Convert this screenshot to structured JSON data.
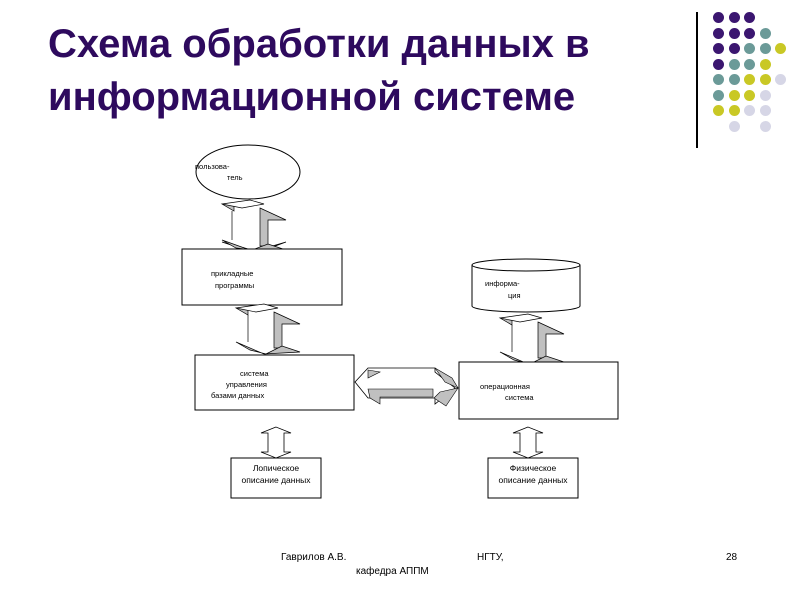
{
  "slide": {
    "title_line1": "Схема обработки данных в",
    "title_line2": "информационной системе",
    "title_color": "#2e0a5e"
  },
  "decoration": {
    "colors": {
      "purple": "#3b1670",
      "teal": "#6b9a98",
      "yellow": "#c9c825",
      "lavender": "#d6d6e6"
    },
    "dot_grid": [
      [
        "purple",
        "purple",
        "purple",
        null,
        null
      ],
      [
        "purple",
        "purple",
        "purple",
        "teal",
        null
      ],
      [
        "purple",
        "purple",
        "teal",
        "teal",
        "yellow"
      ],
      [
        "purple",
        "teal",
        "teal",
        "yellow",
        null
      ],
      [
        "teal",
        "teal",
        "yellow",
        "yellow",
        "lavender"
      ],
      [
        "teal",
        "yellow",
        "yellow",
        "lavender",
        null
      ],
      [
        "yellow",
        "yellow",
        "lavender",
        "lavender",
        null
      ],
      [
        null,
        "lavender",
        null,
        "lavender",
        null
      ]
    ]
  },
  "diagram": {
    "user_ellipse": {
      "line1": "пользова-",
      "line2": "тель"
    },
    "apps_box": {
      "line1": "прикладные",
      "line2": "программы"
    },
    "dbms_box": {
      "line1": "система",
      "line2": "управления",
      "line3": "базами данных"
    },
    "info_cylinder": {
      "line1": "информа-",
      "line2": "ция"
    },
    "os_box": {
      "line1": "операционная",
      "line2": "система"
    },
    "logical_box": {
      "line1": "Лопическое",
      "line2": "описание данных"
    },
    "physical_box": {
      "line1": "Физическое",
      "line2": "описание данных"
    },
    "arrow_shade_color": "#c0c0c0"
  },
  "footer": {
    "author": "Гаврилов А.В.",
    "university": "НГТУ,",
    "department": "кафедра АППМ",
    "page_number": "28"
  }
}
